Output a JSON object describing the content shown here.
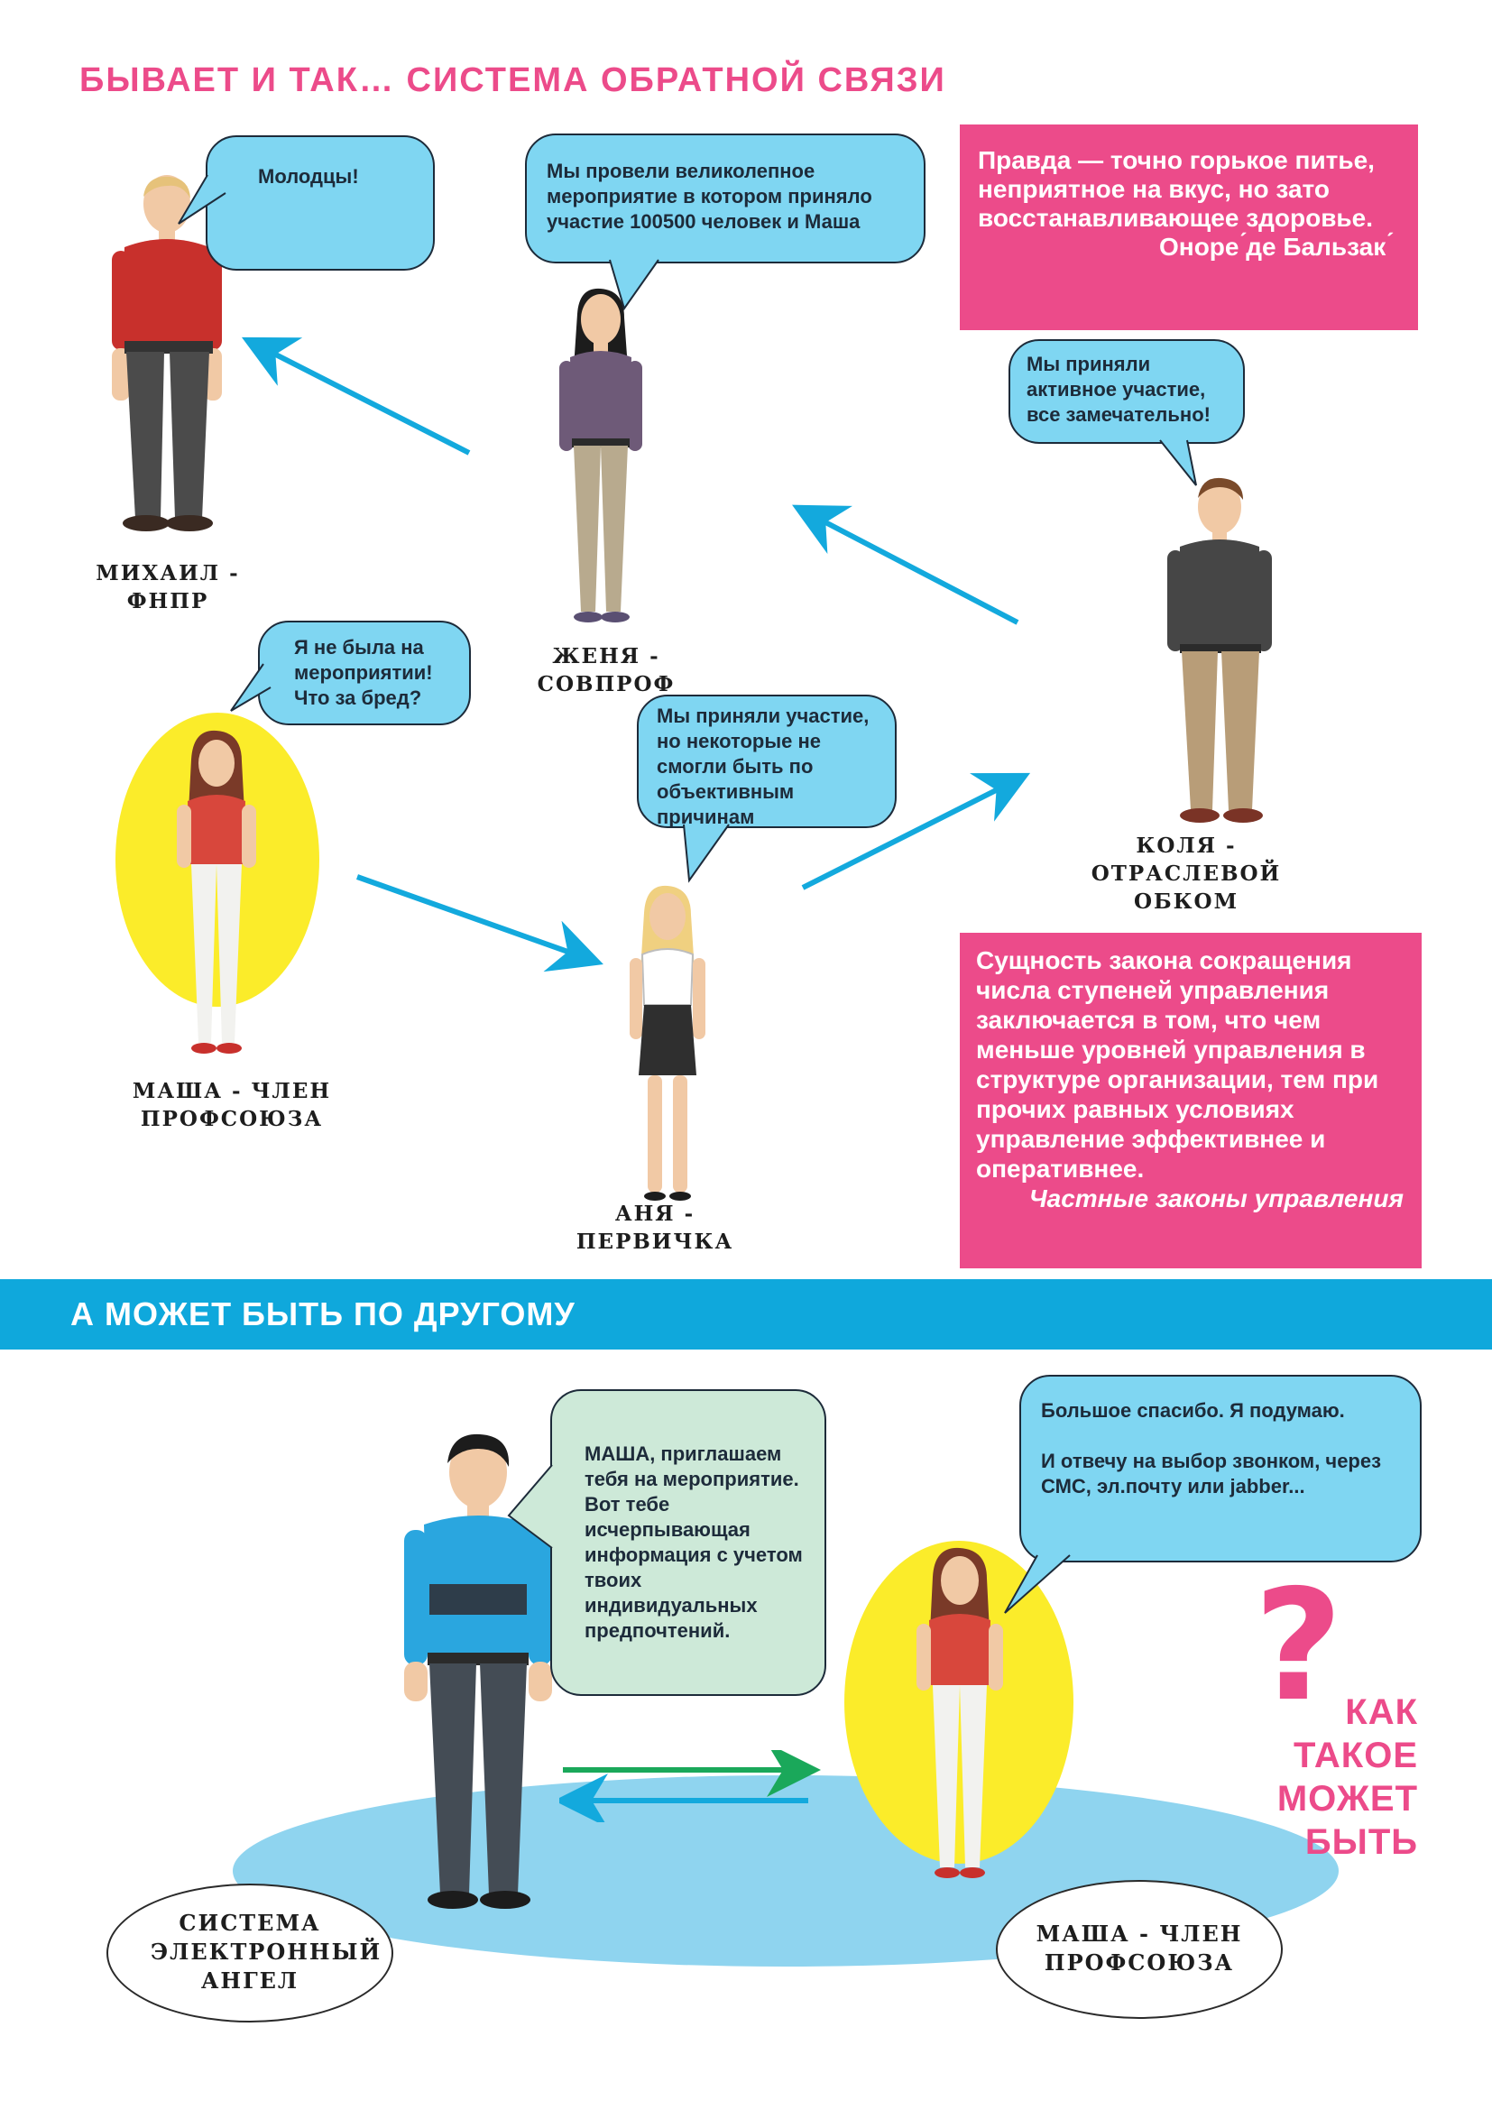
{
  "header": {
    "title": "БЫВАЕТ И ТАК…  СИСТЕМА ОБРАТНОЙ СВЯЗИ"
  },
  "bubbles": {
    "mikhail": "Молодцы!",
    "zhenya": "Мы провели великолепное мероприятие в котором приняло участие 100500 человек и Маша",
    "kolya": "Мы приняли активное участие, все замечательно!",
    "masha": "Я не была на мероприятии! Что за бред?",
    "anya": "Мы приняли участие, но некоторые не смогли быть по объективным причинам",
    "angel": "МАША, приглашаем тебя на мероприятие. Вот тебе исчерпывающая информация с учетом твоих индивидуальных предпочтений.",
    "masha2_line1": "Большое спасибо. Я подумаю.",
    "masha2_line2": "И отвечу на выбор звонком, через СМС, эл.почту или jabber..."
  },
  "names": {
    "mikhail": "МИХАИЛ - ФНПР",
    "zhenya": "ЖЕНЯ - СОВПРОФ",
    "kolya": "КОЛЯ - ОТРАСЛЕВОЙ ОБКОМ",
    "masha": "МАША - ЧЛЕН ПРОФСОЮЗА",
    "anya": "АНЯ - ПЕРВИЧКА",
    "angel": "СИСТЕМА ЭЛЕКТРОННЫЙ АНГЕЛ",
    "masha2": "МАША - ЧЛЕН ПРОФСОЮЗА"
  },
  "quotes": {
    "balzac_text": "Правда — точно горькое питье, неприятное на вкус, но зато восстанавливающее здоровье.",
    "balzac_author": "Оноре ́де Бальзак ́",
    "law_text": "Сущность закона сокращения числа ступеней управления заключается в том, что чем меньше уровней управления в структуре организации, тем при прочих равных условиях управление эффективнее и оперативнее.",
    "law_author": "Частные законы управления"
  },
  "banner": {
    "title": "А МОЖЕТ БЫТЬ ПО ДРУГОМУ"
  },
  "question": {
    "mark": "?",
    "lines": [
      "КАК",
      "ТАКОЕ",
      "МОЖЕТ",
      "БЫТЬ"
    ]
  },
  "colors": {
    "pink": "#ec4b8a",
    "blue_banner": "#0fa8dc",
    "bubble_blue": "#7fd6f2",
    "bubble_green": "#cde9d8",
    "yellow": "#fbec2a",
    "arrow_blue": "#13a9dd",
    "arrow_green": "#1aa85a"
  }
}
